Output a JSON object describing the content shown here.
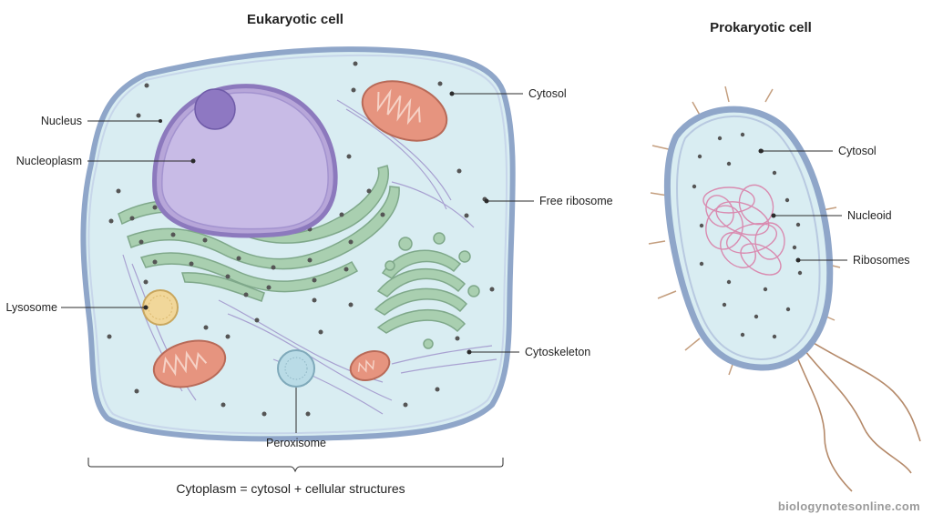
{
  "eukaryotic": {
    "title": "Eukaryotic cell",
    "labels": {
      "nucleus": "Nucleus",
      "nucleoplasm": "Nucleoplasm",
      "lysosome": "Lysosome",
      "cytosol": "Cytosol",
      "free_ribosome": "Free ribosome",
      "cytoskeleton": "Cytoskeleton",
      "peroxisome": "Peroxisome"
    },
    "caption": "Cytoplasm = cytosol + cellular structures"
  },
  "prokaryotic": {
    "title": "Prokaryotic cell",
    "labels": {
      "cytosol": "Cytosol",
      "nucleoid": "Nucleoid",
      "ribosomes": "Ribosomes"
    }
  },
  "watermark": "biologynotesonline.com",
  "colors": {
    "cytosol_fill": "#d9edf2",
    "membrane": "#8fa6c9",
    "nucleus": "#b7a6d9",
    "er": "#a9cfb0",
    "mitochondria": "#e6947f",
    "lysosome": "#f1d79a",
    "peroxisome": "#b9dbe6",
    "dna": "#d98bb0",
    "ribosome": "#555555"
  }
}
